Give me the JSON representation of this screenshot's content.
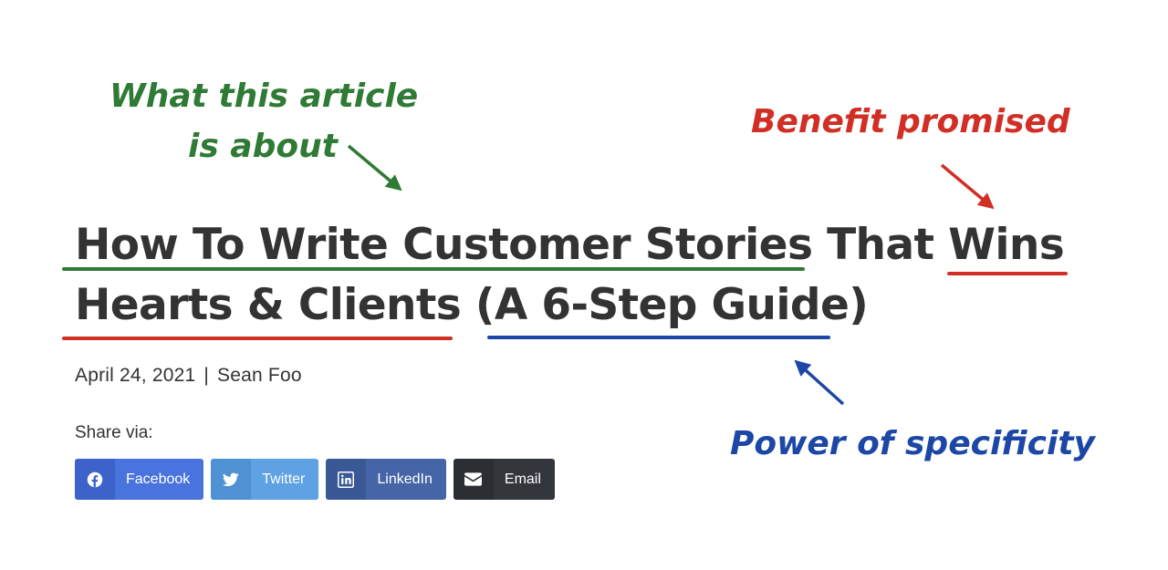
{
  "annotations": {
    "about_line1": "What this article",
    "about_line2": "is about",
    "benefit": "Benefit promised",
    "specificity": "Power of specificity"
  },
  "article": {
    "title_part1": "How To Write Customer Stories",
    "title_part2": " That ",
    "title_part3": "Wins",
    "title_part4": "Hearts & Clients",
    "title_part5": " (",
    "title_part6": "A 6-Step Guide",
    "title_part7": ")",
    "date": "April 24, 2021",
    "separator": "|",
    "author": "Sean Foo"
  },
  "share": {
    "label": "Share via:",
    "buttons": [
      {
        "label": "Facebook",
        "icon": "facebook-icon"
      },
      {
        "label": "Twitter",
        "icon": "twitter-icon"
      },
      {
        "label": "LinkedIn",
        "icon": "linkedin-icon"
      },
      {
        "label": "Email",
        "icon": "envelope-icon"
      }
    ]
  },
  "colors": {
    "green": "#2f7a35",
    "red": "#d12f26",
    "blue": "#1c47a6",
    "text": "#333333"
  }
}
